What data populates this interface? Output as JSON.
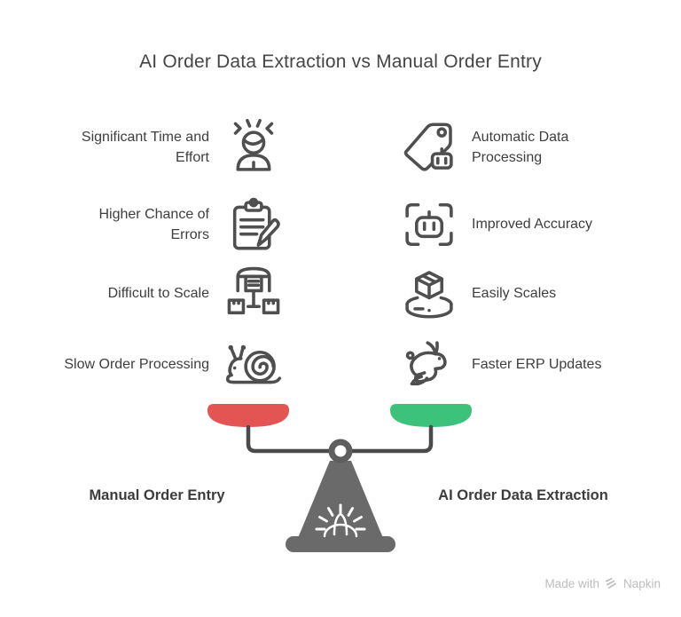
{
  "title": "AI Order Data Extraction vs Manual Order Entry",
  "left_column": {
    "side_label": "Manual Order Entry",
    "pan_color": "#e25553",
    "items": [
      {
        "label": "Significant Time and\nEffort",
        "icon": "stressed-person-icon"
      },
      {
        "label": "Higher Chance of\nErrors",
        "icon": "clipboard-errors-icon"
      },
      {
        "label": "Difficult to Scale",
        "icon": "warehouse-distribution-icon"
      },
      {
        "label": "Slow Order Processing",
        "icon": "snail-icon"
      }
    ]
  },
  "right_column": {
    "side_label": "AI Order Data Extraction",
    "pan_color": "#3dc27c",
    "items": [
      {
        "label": "Automatic Data\nProcessing",
        "icon": "tag-robot-icon"
      },
      {
        "label": "Improved Accuracy",
        "icon": "robot-scan-icon"
      },
      {
        "label": "Easily Scales",
        "icon": "box-platform-icon"
      },
      {
        "label": "Faster ERP Updates",
        "icon": "rabbit-icon"
      }
    ]
  },
  "scale": {
    "type": "balance-scale",
    "left_pan_side": "Manual Order Entry",
    "right_pan_side": "AI Order Data Extraction"
  },
  "footer": {
    "made_with": "Made with",
    "brand": "Napkin"
  },
  "colors": {
    "pan_red": "#e25553",
    "pan_green": "#3dc27c",
    "icon_stroke": "#4f4f4f",
    "stand_gray": "#6a6a6a",
    "title_text": "#454545",
    "body_text": "#3e3e3e",
    "watermark_text": "#bdbdbd",
    "background": "#ffffff"
  }
}
